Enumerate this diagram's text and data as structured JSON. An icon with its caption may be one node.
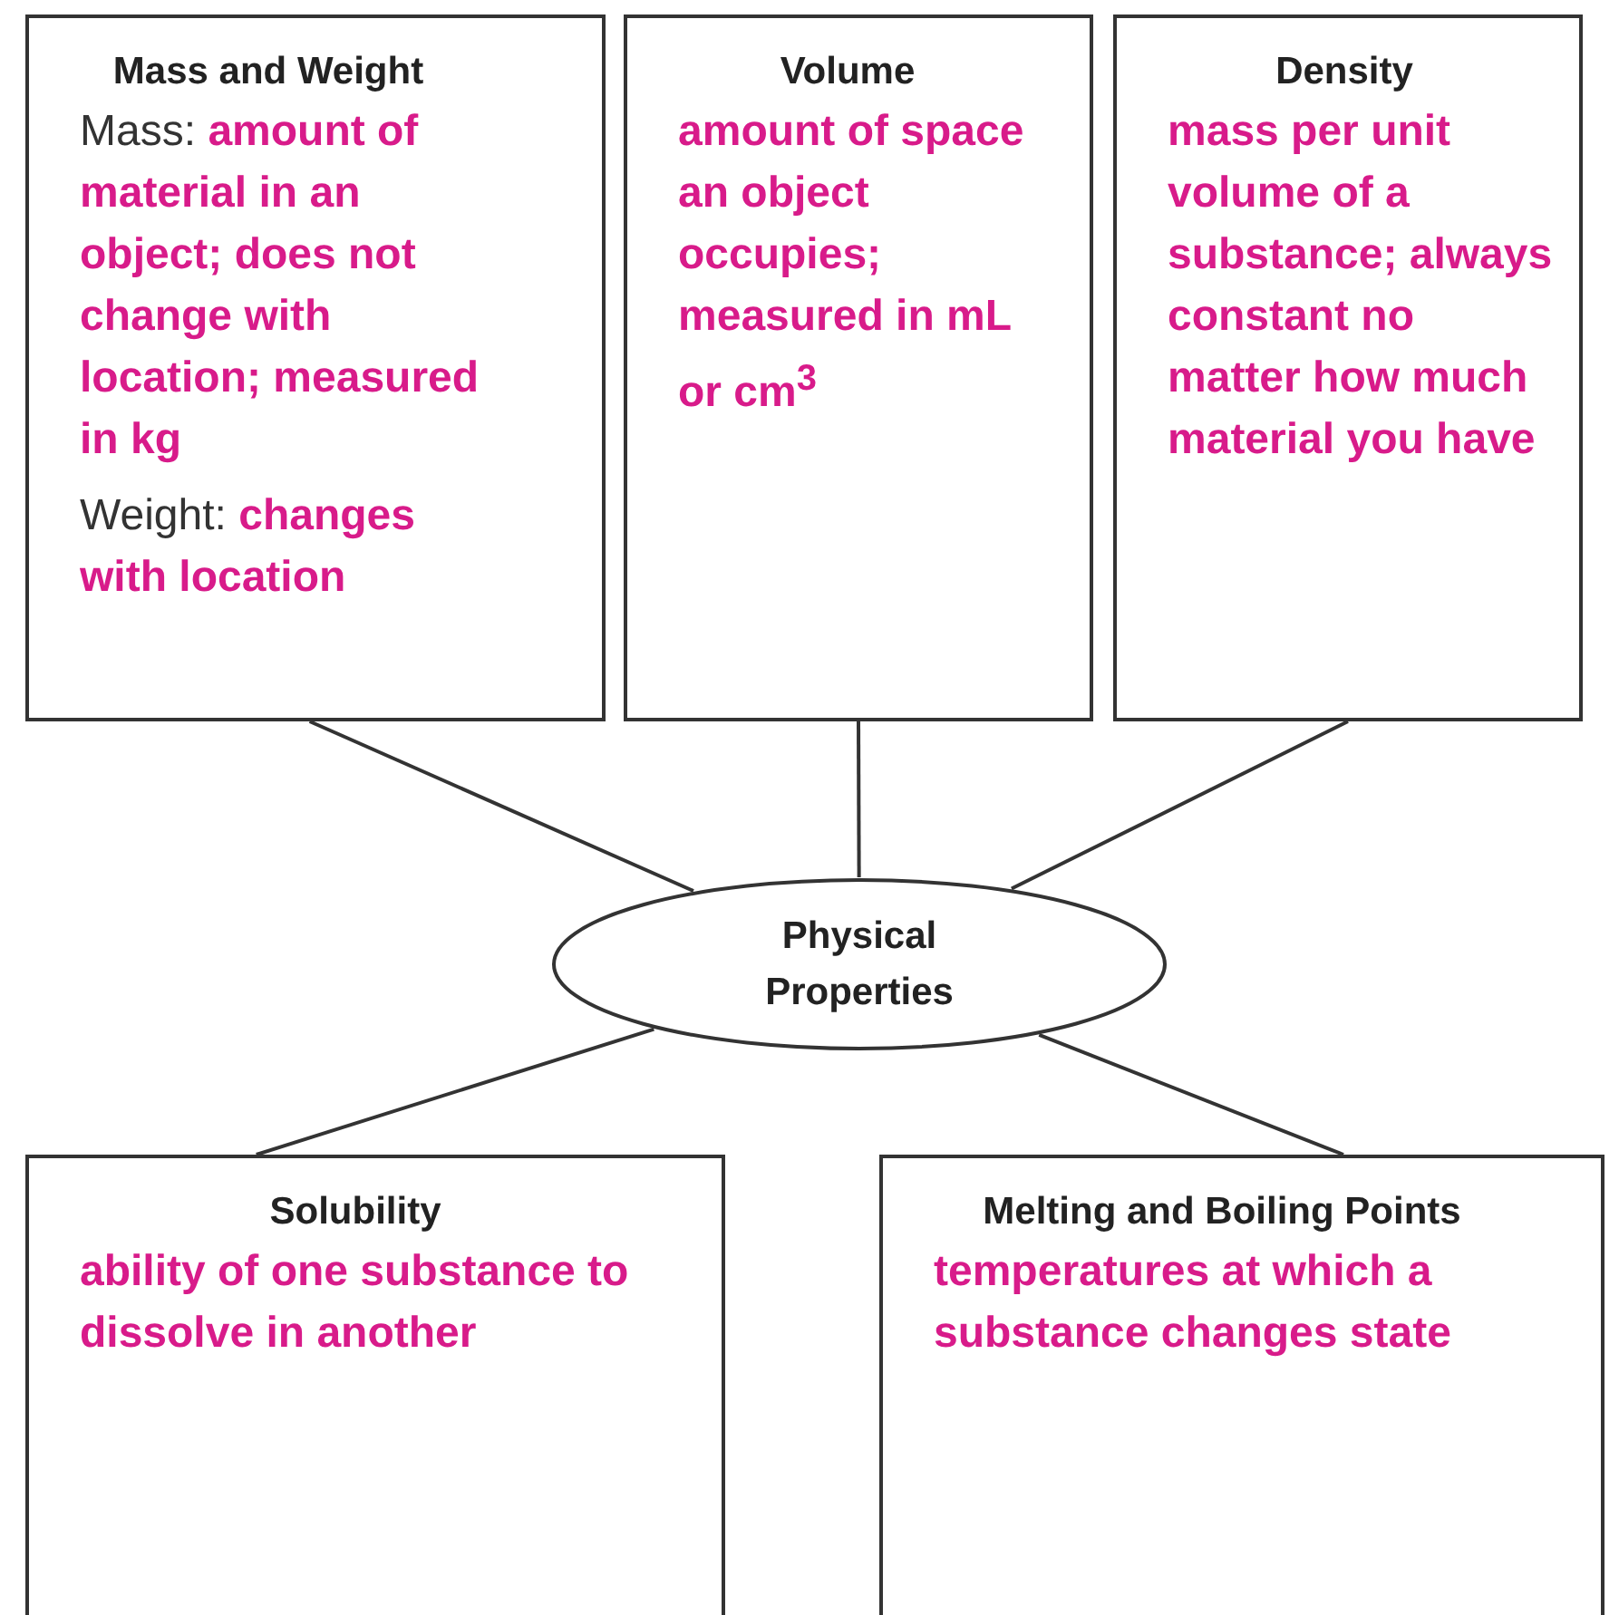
{
  "diagram": {
    "nodes": [
      {
        "text": [
          "Mass and Weight",
          "Mass: **amount of material in an object; does not change with location; measured in kg**",
          "Weight: **changes with location**"
        ]
      },
      {
        "text": [
          "Volume",
          "amount of space an object occupies; measured in mL or cm$^{3}$"
        ]
      },
      {
        "text": [
          "Density",
          "mass per unit volume of a substance; always constant no matter how much material you have"
        ]
      },
      {
        "text": [
          "Physical Properties"
        ]
      },
      {
        "text": [
          "Solubility",
          "ability of one substance to dissolve in another"
        ]
      },
      {
        "text": [
          "Melting and Boiling Points",
          "temperatures at which a substance changes state"
        ]
      }
    ],
    "edges": [
      {
        "from": 3,
        "to": 0,
        "arrow": "none"
      },
      {
        "from": 3,
        "to": 1,
        "arrow": "none"
      },
      {
        "from": 3,
        "to": 2,
        "arrow": "none"
      },
      {
        "from": 3,
        "to": 4,
        "arrow": "none"
      },
      {
        "from": 3,
        "to": 5,
        "arrow": "none"
      }
    ]
  }
}
